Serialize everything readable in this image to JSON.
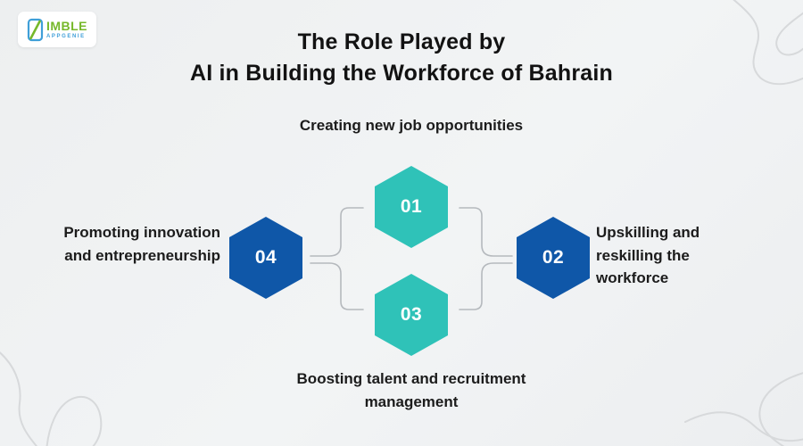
{
  "logo": {
    "brand_top": "IMBLE",
    "brand_bottom": "APPGENIE",
    "icon": "phone-n-logo-icon"
  },
  "title": {
    "line1": "The Role Played by",
    "line2": "AI in Building the Workforce of Bahrain"
  },
  "items": [
    {
      "number": "01",
      "label": "Creating new job opportunities",
      "color": "#2fc2b8",
      "position": "top"
    },
    {
      "number": "02",
      "label": "Upskilling and reskilling the workforce",
      "color": "#0f57a8",
      "position": "right"
    },
    {
      "number": "03",
      "label": "Boosting talent and recruitment management",
      "color": "#2fc2b8",
      "position": "bottom"
    },
    {
      "number": "04",
      "label": "Promoting innovation and entrepreneurship",
      "color": "#0f57a8",
      "position": "left"
    }
  ],
  "colors": {
    "teal": "#2fc2b8",
    "blue": "#0f57a8",
    "background": "#eef0f1",
    "connector": "#b5b9bd",
    "squiggle": "#d7d9db",
    "title_text": "#121212",
    "label_text": "#1c1c1c",
    "number_text": "#ffffff",
    "logo_green": "#76b82a",
    "logo_blue": "#3f9fd8"
  }
}
